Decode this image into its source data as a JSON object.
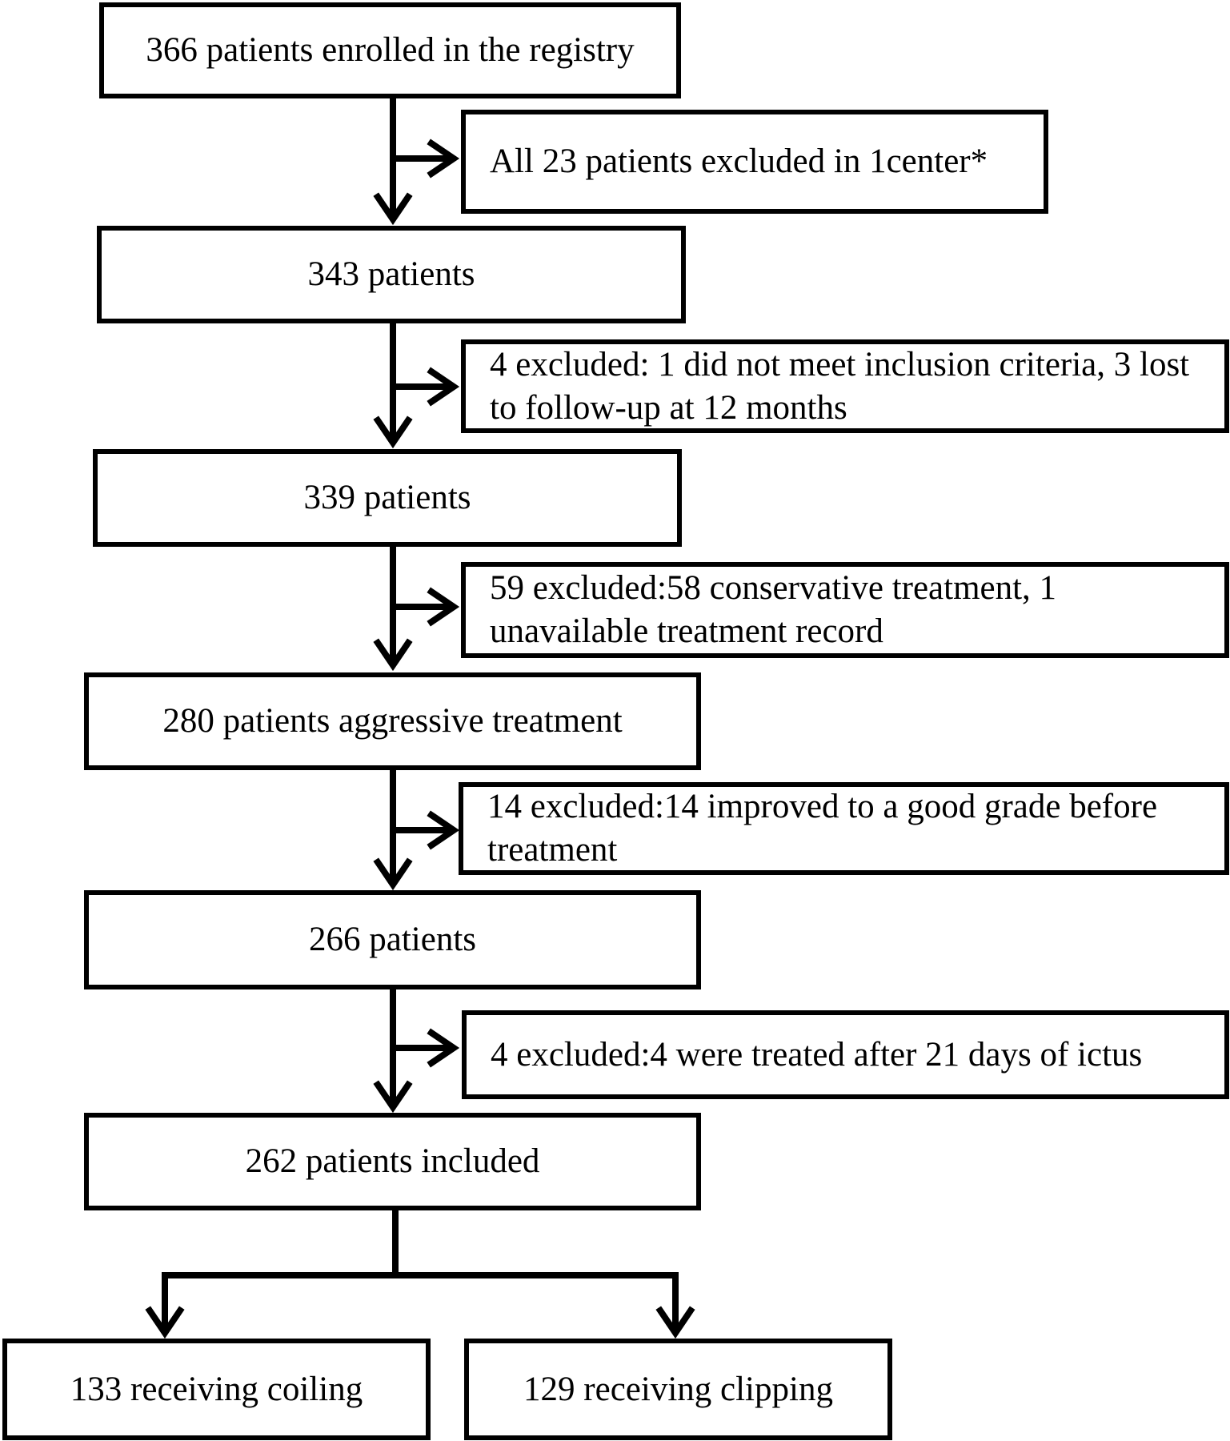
{
  "flow": {
    "enrolled": "366 patients enrolled in the registry",
    "excluded_center": "All 23 patients excluded in 1center*",
    "step_343": "343 patients",
    "excluded_criteria": "4 excluded: 1 did not meet inclusion criteria, 3 lost to follow-up at 12 months",
    "step_339": "339 patients",
    "excluded_conservative": "59 excluded:58 conservative treatment, 1 unavailable treatment record",
    "step_280": "280 patients aggressive treatment",
    "excluded_improved": "14 excluded:14 improved to a good grade before treatment",
    "step_266": "266 patients",
    "excluded_late": "4 excluded:4 were treated after 21 days of ictus",
    "included": "262 patients included",
    "coiling": "133 receiving coiling",
    "clipping": "129 receiving clipping"
  }
}
